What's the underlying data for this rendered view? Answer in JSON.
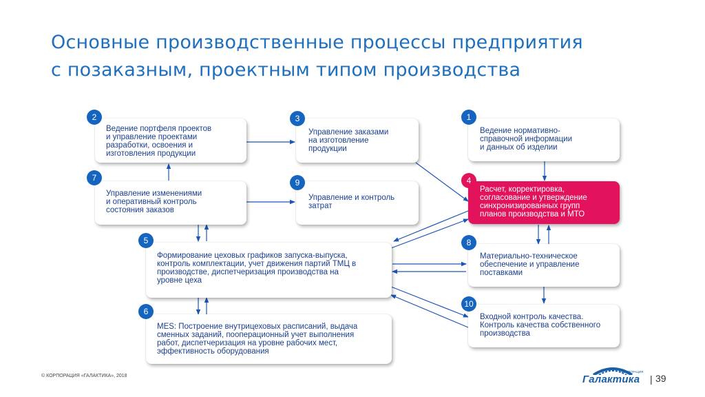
{
  "title": {
    "line1": "Основные производственные процессы предприятия",
    "line2": "с позаказным, проектным типом производства"
  },
  "boxes": {
    "b2": {
      "number": "2",
      "lines": [
        "Ведение портфеля проектов",
        "и управление проектами",
        "разработки, освоения и",
        "изготовления продукции"
      ]
    },
    "b3": {
      "number": "3",
      "lines": [
        "Управление заказами",
        "на изготовление",
        "продукции"
      ]
    },
    "b1": {
      "number": "1",
      "lines": [
        "Ведение нормативно-",
        "справочной информации",
        "и данных об изделии"
      ]
    },
    "b7": {
      "number": "7",
      "lines": [
        "Управление изменениями",
        "и оперативный контроль",
        "состояния заказов"
      ]
    },
    "b9": {
      "number": "9",
      "lines": [
        "Управление и контроль",
        "затрат"
      ]
    },
    "b4": {
      "number": "4",
      "lines": [
        "Расчет, корректировка,",
        "согласование и утверждение",
        "синхронизированных групп",
        "планов производства и МТО"
      ]
    },
    "b5": {
      "number": "5",
      "lines": [
        "Формирование цеховых графиков запуска-выпуска,",
        "контроль комплектации, учет движения партий ТМЦ в",
        "производстве, диспетчеризация производства на",
        "уровне цеха"
      ]
    },
    "b8": {
      "number": "8",
      "lines": [
        "Материально-техническое",
        "обеспечение и управление",
        "поставками"
      ]
    },
    "b6": {
      "number": "6",
      "lines": [
        "MES: Построение внутрицеховых расписаний, выдача",
        "сменных заданий, пооперационный учет выполнения",
        "работ, диспетчеризация на уровне рабочих мест,",
        "эффективность оборудования"
      ]
    },
    "b10": {
      "number": "10",
      "lines": [
        "Входной контроль качества.",
        "Контроль качества собственного",
        "производства"
      ]
    }
  },
  "footer": {
    "copyright": "© КОРПОРАЦИЯ «ГАЛАКТИКА», 2018",
    "logo_text": "Галактика",
    "logo_corp": "КОРПОРАЦИЯ",
    "separator": "|",
    "page_number": "39"
  },
  "colors": {
    "title": "#1f6fbf",
    "badge": "#1565c0",
    "highlight": "#e2135c",
    "arrow": "#1a56b8",
    "box_text": "#1a3f8f"
  }
}
